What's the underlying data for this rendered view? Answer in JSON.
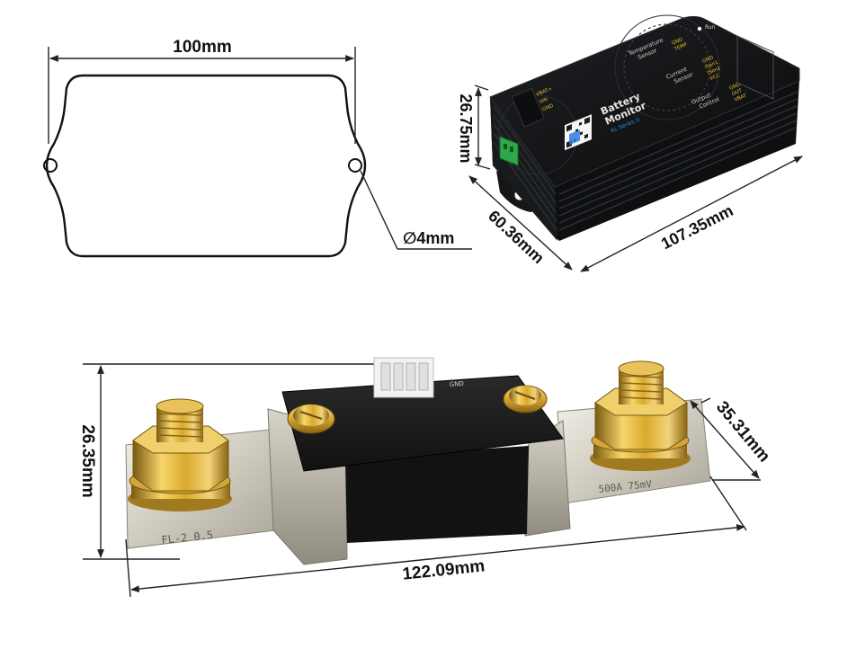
{
  "dimensions": {
    "enclosure_width": "100mm",
    "hole_diameter": "∅4mm",
    "monitor_height": "26.75mm",
    "monitor_depth": "60.36mm",
    "monitor_length": "107.35mm",
    "shunt_height": "26.35mm",
    "shunt_depth": "35.31mm",
    "shunt_length": "122.09mm"
  },
  "monitor_labels": {
    "title_line1": "Battery",
    "title_line2": "Monitor",
    "series": "KL Series ))",
    "run": "Run",
    "temp_line1": "Temperature",
    "temp_line2": "Sensor",
    "temp_pins": [
      "GND",
      "TEMP"
    ],
    "current_line1": "Current",
    "current_line2": "Sensor",
    "current_pins": [
      "GND",
      "ISen1",
      "ISen2",
      "VCC"
    ],
    "output_line1": "Output",
    "output_line2": "Control",
    "output_pins": [
      "GND",
      "OUT",
      "VBAT"
    ],
    "left_pins": [
      "VBAT+",
      "VIN",
      "GND"
    ]
  },
  "shunt_labels": {
    "left_stamp": "FL-2 0.5",
    "right_stamp": "500A 75mV",
    "connector": "GND"
  }
}
